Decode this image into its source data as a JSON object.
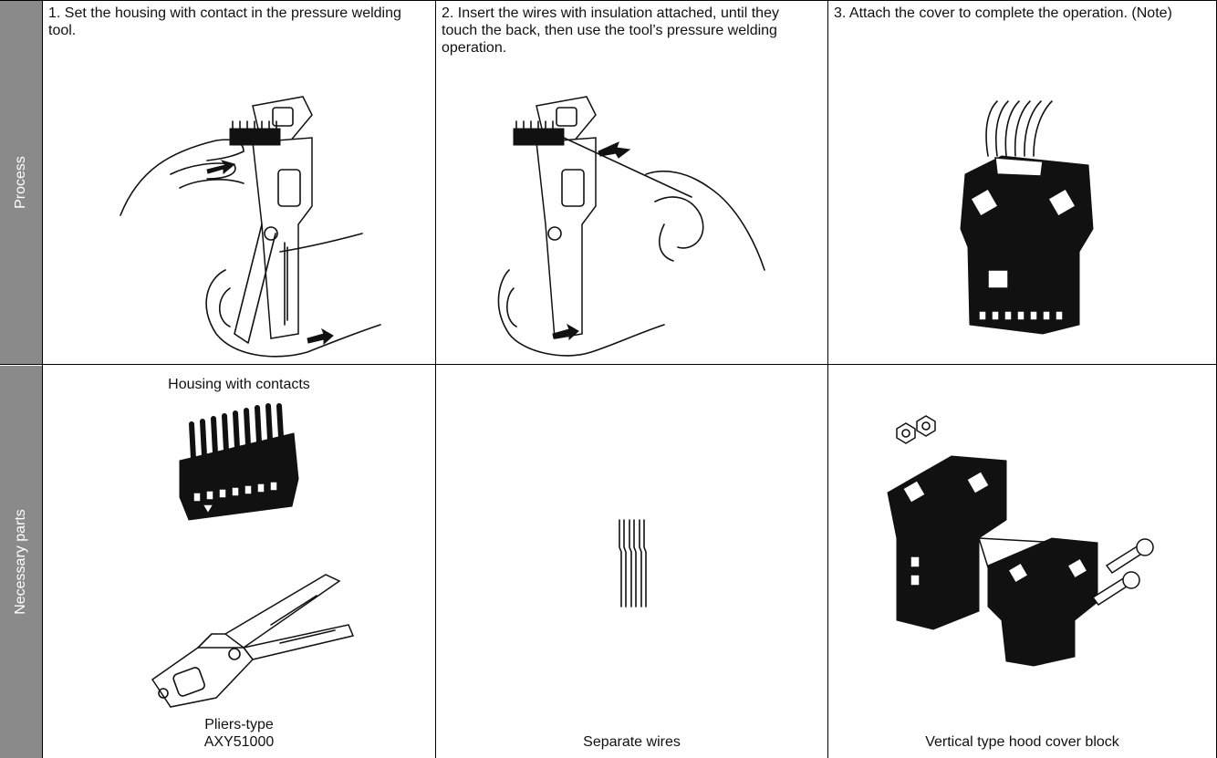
{
  "rows": {
    "process_label": "Process",
    "parts_label": "Necessary parts"
  },
  "steps": [
    "1. Set the housing with contact in the pressure welding tool.",
    "2. Insert the wires with insulation attached, until they touch the back, then use the tool’s pressure welding operation.",
    "3. Attach the cover to complete the operation. (Note)"
  ],
  "parts": {
    "housing_caption": "Housing with contacts",
    "pliers_caption_line1": "Pliers-type",
    "pliers_caption_line2": "AXY51000",
    "wires_caption": "Separate wires",
    "hood_caption": "Vertical type hood cover block"
  },
  "icons": {
    "step1": "hand-setting-housing-in-tool-illustration",
    "step2": "hand-inserting-wires-into-tool-illustration",
    "step3": "assembled-connector-illustration",
    "housing": "connector-housing-illustration",
    "pliers": "pliers-tool-illustration",
    "wires": "wires-illustration",
    "hood": "hood-cover-kit-illustration"
  }
}
